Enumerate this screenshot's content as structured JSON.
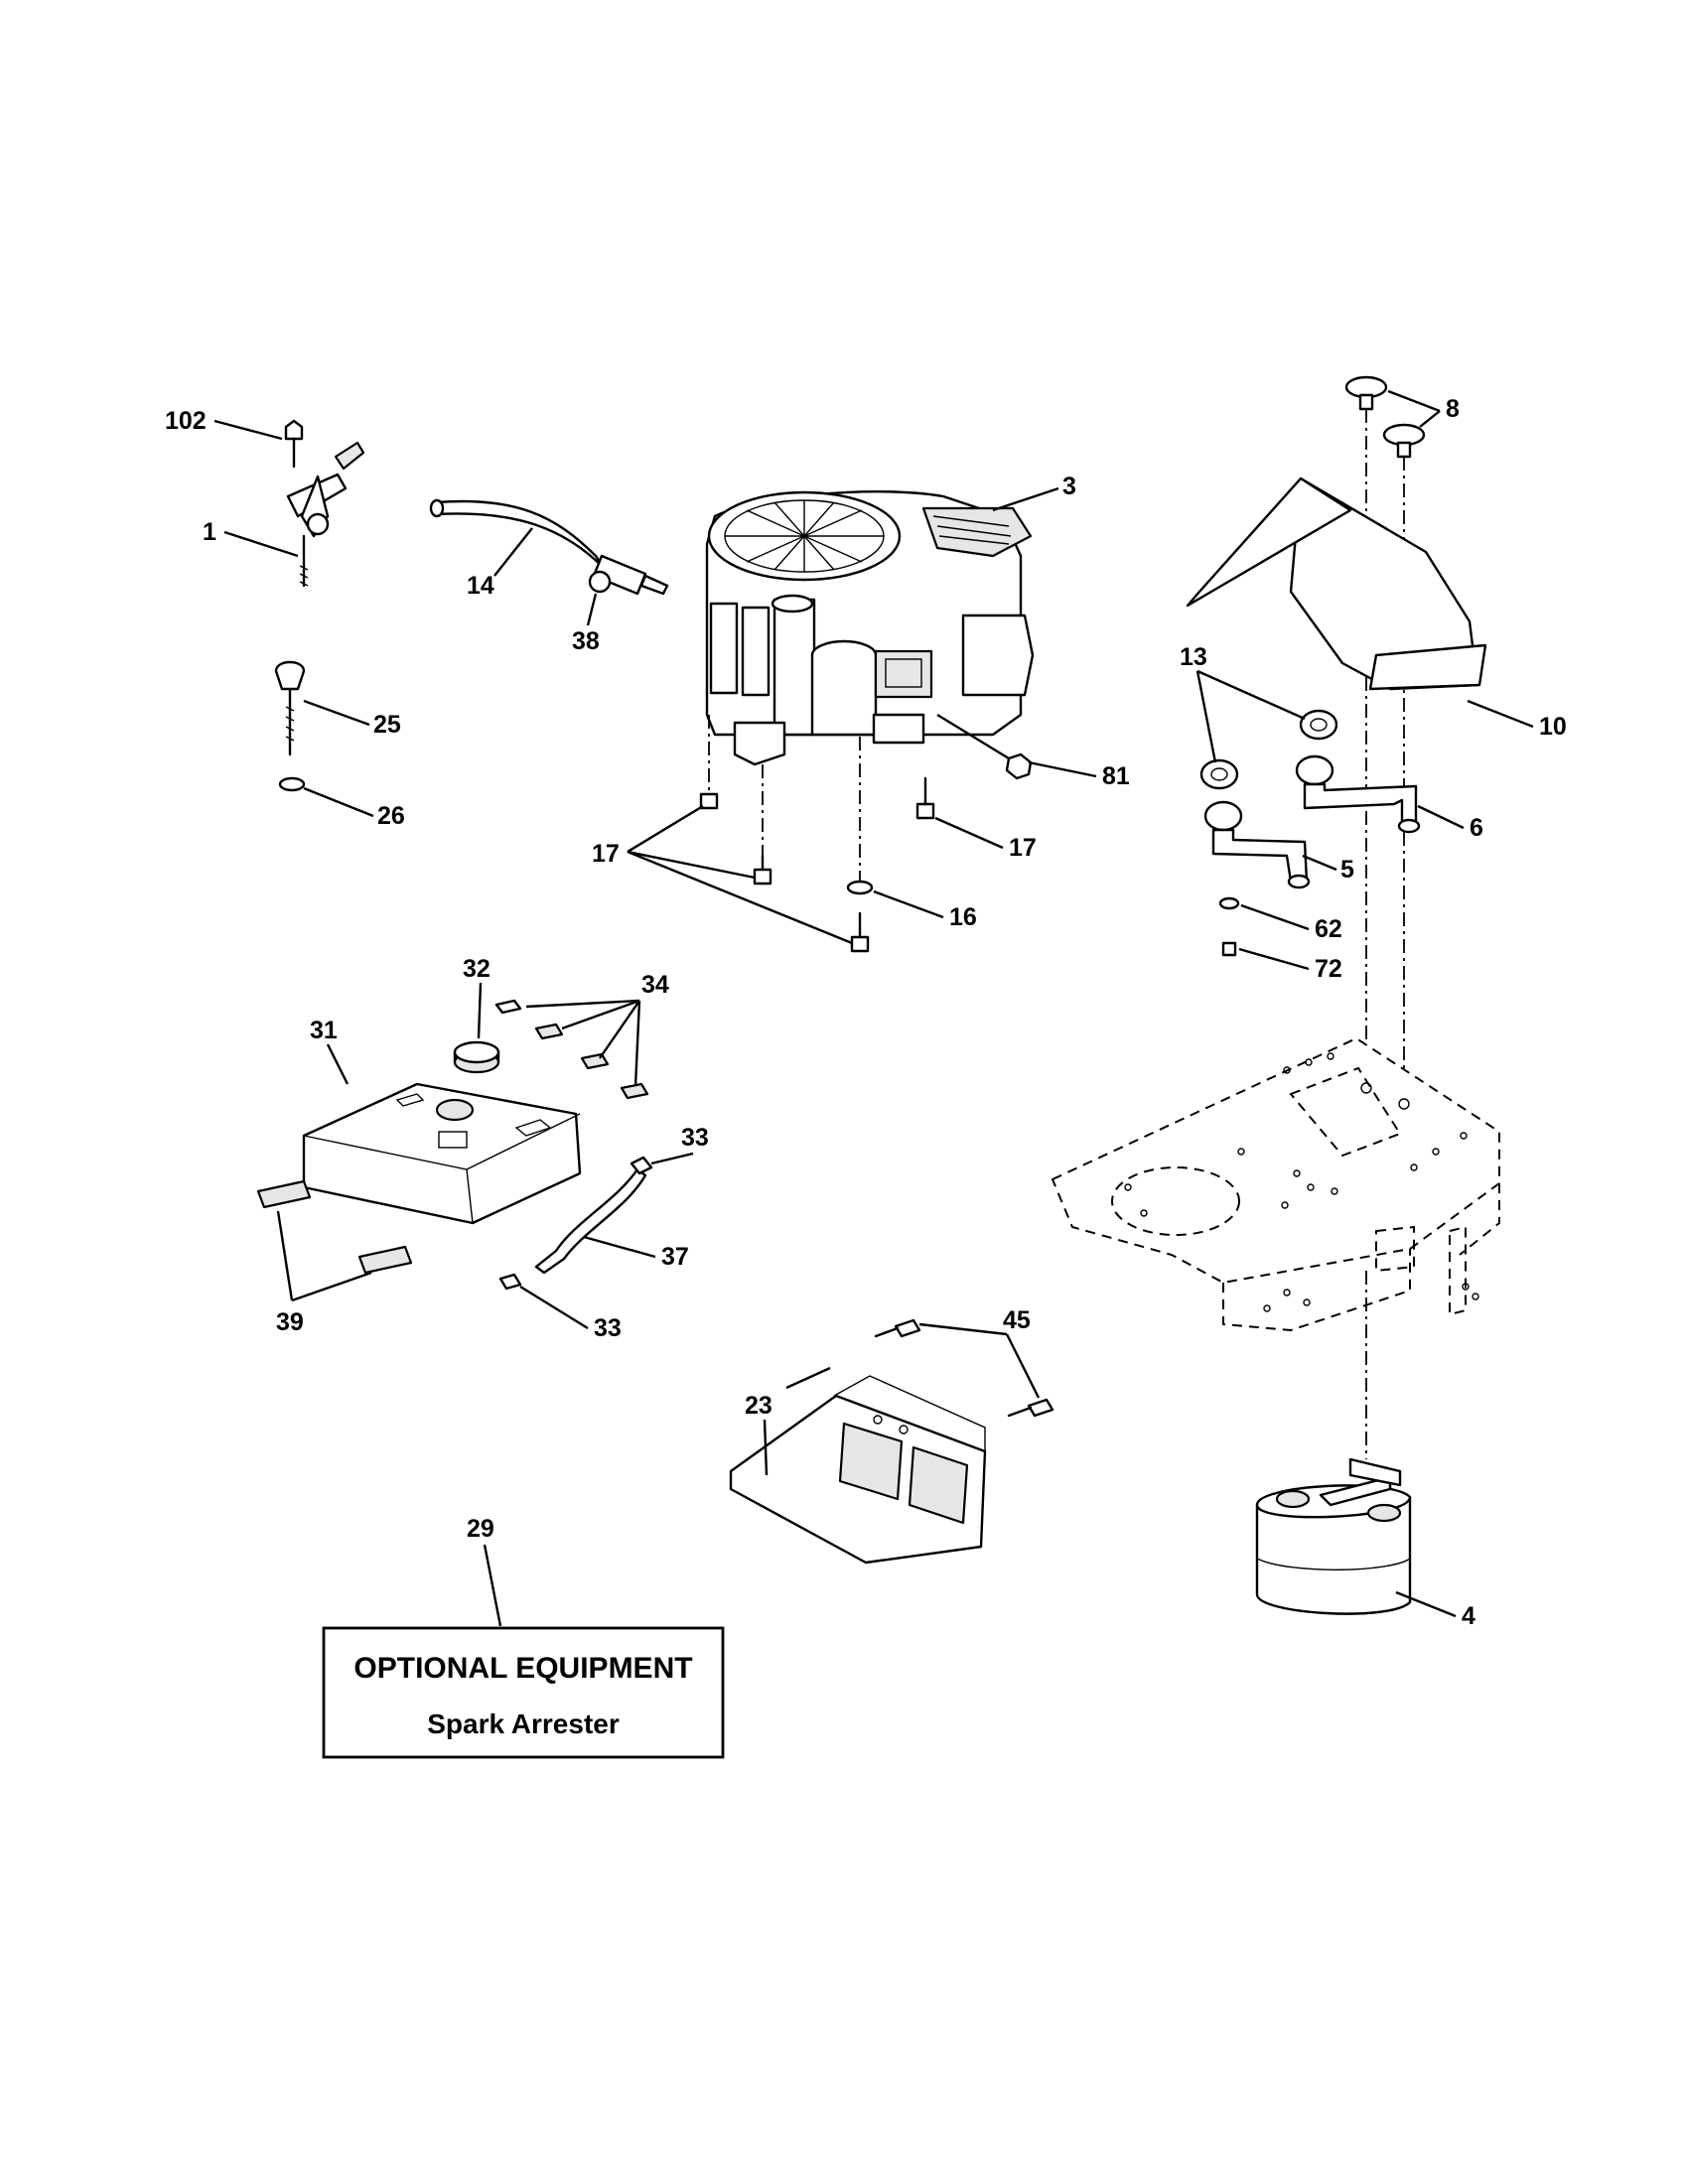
{
  "callouts": {
    "c102": "102",
    "c1": "1",
    "c14": "14",
    "c38": "38",
    "c3": "3",
    "c8": "8",
    "c10": "10",
    "c13": "13",
    "c25": "25",
    "c26": "26",
    "c81": "81",
    "c17a": "17",
    "c17b": "17",
    "c16": "16",
    "c6": "6",
    "c5": "5",
    "c62": "62",
    "c72": "72",
    "c32": "32",
    "c34": "34",
    "c31": "31",
    "c33a": "33",
    "c33b": "33",
    "c37": "37",
    "c39": "39",
    "c45": "45",
    "c23": "23",
    "c29": "29",
    "c4": "4"
  },
  "optional_box": {
    "title": "OPTIONAL EQUIPMENT",
    "subtitle": "Spark Arrester"
  }
}
